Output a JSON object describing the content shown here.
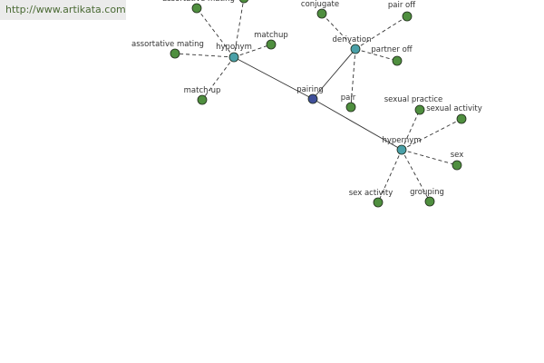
{
  "banner": {
    "url": "http://www.artikata.com"
  },
  "colors": {
    "center": "#3f4f9a",
    "relation": "#4aa0a8",
    "leaf": "#4f8f3f",
    "edge": "#333333",
    "label": "#333333"
  },
  "graph": {
    "nodes": [
      {
        "id": "pairing",
        "label": "pairing",
        "kind": "center"
      },
      {
        "id": "hyponym",
        "label": "hyponym",
        "kind": "relation"
      },
      {
        "id": "derivation",
        "label": "derivation",
        "kind": "relation"
      },
      {
        "id": "hypernym",
        "label": "hypernym",
        "kind": "relation"
      },
      {
        "id": "assortative-mating-top",
        "label": "assortative mating",
        "kind": "leaf"
      },
      {
        "id": "hyponym-top-leaf",
        "label": "",
        "kind": "leaf"
      },
      {
        "id": "matchup-1",
        "label": "matchup",
        "kind": "leaf"
      },
      {
        "id": "assortative-mating",
        "label": "assortative mating",
        "kind": "leaf"
      },
      {
        "id": "match-up",
        "label": "match-up",
        "kind": "leaf"
      },
      {
        "id": "conjugate",
        "label": "conjugate",
        "kind": "leaf"
      },
      {
        "id": "pair-off",
        "label": "pair off",
        "kind": "leaf"
      },
      {
        "id": "partner-off",
        "label": "partner off",
        "kind": "leaf"
      },
      {
        "id": "pair",
        "label": "pair",
        "kind": "leaf"
      },
      {
        "id": "sexual-practice",
        "label": "sexual practice",
        "kind": "leaf"
      },
      {
        "id": "sexual-activity",
        "label": "sexual activity",
        "kind": "leaf"
      },
      {
        "id": "sex",
        "label": "sex",
        "kind": "leaf"
      },
      {
        "id": "sex-activity",
        "label": "sex activity",
        "kind": "leaf"
      },
      {
        "id": "grouping",
        "label": "grouping",
        "kind": "leaf"
      }
    ],
    "edges": [
      {
        "from": "pairing",
        "to": "hyponym",
        "style": "solid"
      },
      {
        "from": "pairing",
        "to": "derivation",
        "style": "solid"
      },
      {
        "from": "pairing",
        "to": "hypernym",
        "style": "solid"
      },
      {
        "from": "hyponym",
        "to": "assortative-mating-top",
        "style": "dashed"
      },
      {
        "from": "hyponym",
        "to": "hyponym-top-leaf",
        "style": "dashed"
      },
      {
        "from": "hyponym",
        "to": "matchup-1",
        "style": "dashed"
      },
      {
        "from": "hyponym",
        "to": "assortative-mating",
        "style": "dashed"
      },
      {
        "from": "hyponym",
        "to": "match-up",
        "style": "dashed"
      },
      {
        "from": "derivation",
        "to": "conjugate",
        "style": "dashed"
      },
      {
        "from": "derivation",
        "to": "pair-off",
        "style": "dashed"
      },
      {
        "from": "derivation",
        "to": "partner-off",
        "style": "dashed"
      },
      {
        "from": "derivation",
        "to": "pair",
        "style": "dashed"
      },
      {
        "from": "hypernym",
        "to": "sexual-practice",
        "style": "dashed"
      },
      {
        "from": "hypernym",
        "to": "sexual-activity",
        "style": "dashed"
      },
      {
        "from": "hypernym",
        "to": "sex",
        "style": "dashed"
      },
      {
        "from": "hypernym",
        "to": "sex-activity",
        "style": "dashed"
      },
      {
        "from": "hypernym",
        "to": "grouping",
        "style": "dashed"
      }
    ]
  }
}
